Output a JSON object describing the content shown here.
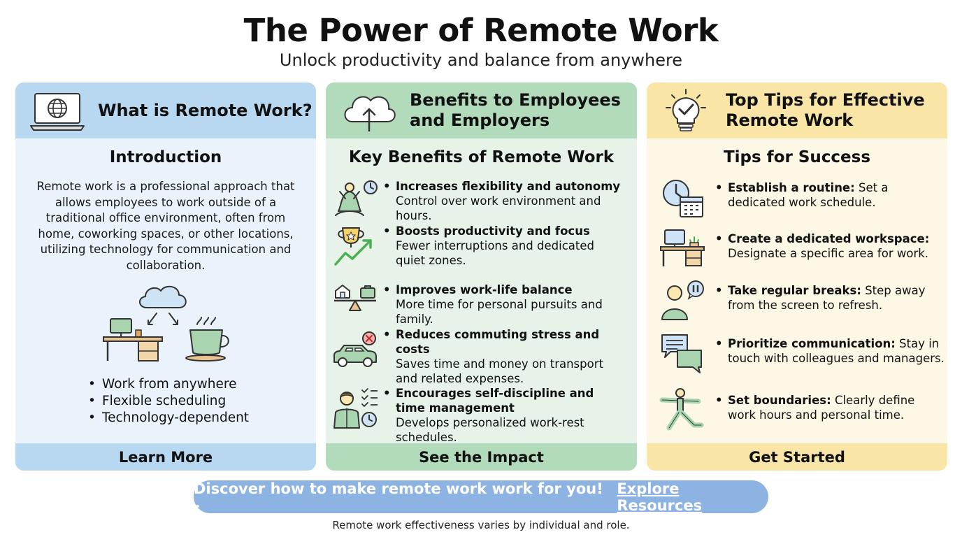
{
  "header": {
    "title": "The Power of Remote Work",
    "subtitle": "Unlock productivity and balance from anywhere"
  },
  "panels": [
    {
      "title": "What is Remote Work?",
      "icon": "laptop-globe-icon",
      "subtitle": "Introduction",
      "intro": "Remote work is a professional approach that allows employees to work outside of a traditional office environment, often from home, coworking spaces, or other locations, utilizing technology for communication and collaboration.",
      "bullets": [
        "Work from anywhere",
        "Flexible scheduling",
        "Technology-dependent"
      ],
      "footer": "Learn More"
    },
    {
      "title_line1": "Benefits to Employees",
      "title_line2": "and Employers",
      "icon": "cloud-upload-icon",
      "subtitle": "Key Benefits of Remote Work",
      "items": [
        {
          "title": "Increases flexibility and autonomy",
          "desc": "Control over work environment and hours.",
          "icon": "meditation-clock-icon"
        },
        {
          "title": "Boosts productivity and focus",
          "desc": "Fewer interruptions and dedicated quiet zones.",
          "icon": "trophy-growth-icon"
        },
        {
          "title": "Improves work-life balance",
          "desc": "More time for personal pursuits and family.",
          "icon": "balance-scale-icon"
        },
        {
          "title": "Reduces commuting stress and costs",
          "desc": "Saves time and money on transport and related expenses.",
          "icon": "car-cancel-icon"
        },
        {
          "title": "Encourages self-discipline and time management",
          "desc": "Develops personalized work-rest schedules.",
          "icon": "person-checklist-icon"
        }
      ],
      "footer": "See the Impact"
    },
    {
      "title_line1": "Top Tips for Effective",
      "title_line2": "Remote Work",
      "icon": "lightbulb-check-icon",
      "subtitle": "Tips for Success",
      "items": [
        {
          "title": "Establish a routine:",
          "desc": " Set a dedicated work schedule.",
          "icon": "clock-calendar-icon"
        },
        {
          "title": "Create a dedicated workspace:",
          "desc": " Designate a specific area for work.",
          "icon": "desk-workspace-icon"
        },
        {
          "title": "Take regular breaks:",
          "desc": " Step away from the screen to refresh.",
          "icon": "person-pause-icon"
        },
        {
          "title": "Prioritize communication:",
          "desc": " Stay in touch with colleagues and managers.",
          "icon": "chat-bubbles-icon"
        },
        {
          "title": "Set boundaries:",
          "desc": " Clearly define work hours and personal time.",
          "icon": "yoga-pose-icon"
        }
      ],
      "footer": "Get Started"
    }
  ],
  "cta": {
    "text": "Discover how to make remote work work for you! -",
    "link": "Explore Resources"
  },
  "footnote": "Remote work effectiveness varies by individual and role.",
  "colors": {
    "blue_header": "#b8d8f1",
    "blue_body": "#eaf3fc",
    "green_header": "#b1dbbb",
    "green_body": "#e7f3e9",
    "yellow_header": "#f9e5a6",
    "yellow_body": "#fdf7e6",
    "cta": "#8db3e2"
  }
}
